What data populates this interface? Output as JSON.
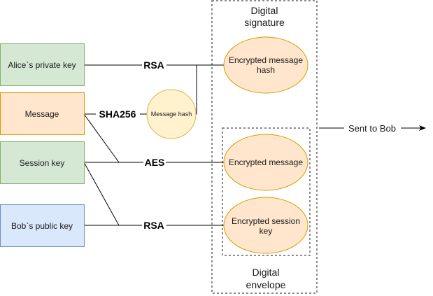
{
  "colors": {
    "green_fill": "#d5e8d4",
    "green_stroke": "#82b366",
    "orange_fill": "#ffe6cc",
    "orange_stroke": "#d79b00",
    "blue_fill": "#dae8fc",
    "blue_stroke": "#6c8ebf",
    "yellow_fill": "#fff2cc",
    "yellow_stroke": "#d6b656",
    "ellipse_fill": "#ffe6cc",
    "ellipse_stroke": "#d79b00"
  },
  "inputs": {
    "alice_private_key": "Alice`s private key",
    "message": "Message",
    "session_key": "Session key",
    "bob_public_key": "Bob`s public key"
  },
  "intermediate": {
    "message_hash": "Message hash"
  },
  "edges": {
    "rsa_signature": "RSA",
    "sha256": "SHA256",
    "aes": "AES",
    "rsa_envelope": "RSA",
    "sent_to_bob": "Sent to Bob"
  },
  "groups": {
    "digital_signature": [
      "Digital",
      "signature"
    ],
    "digital_envelope": [
      "Digital",
      "envelope"
    ]
  },
  "outputs": {
    "encrypted_message_hash": [
      "Encrypted message",
      "hash"
    ],
    "encrypted_message": "Encrypted message",
    "encrypted_session_key": [
      "Encrypted session",
      "key"
    ]
  }
}
